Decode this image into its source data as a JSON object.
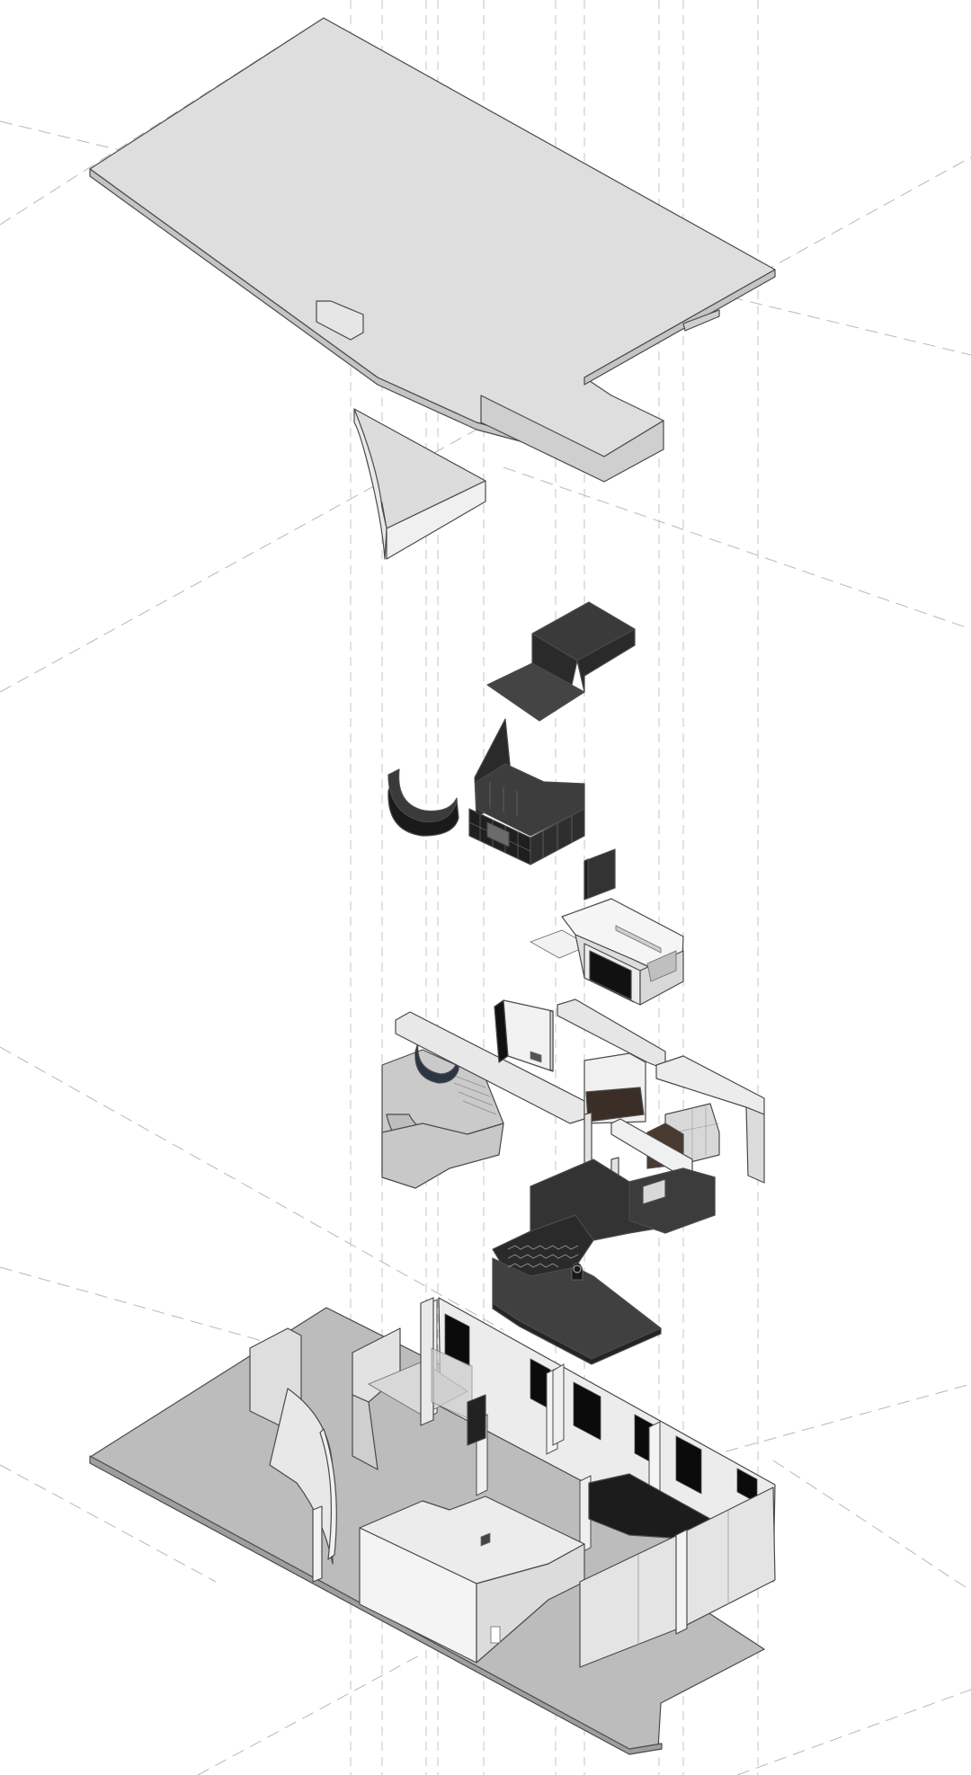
{
  "colors": {
    "background": "#ffffff",
    "guide_line": "#b8b8b8",
    "slab_top": "#dedede",
    "slab_side": "#c9c9c9",
    "wall_light": "#e6e6e6",
    "wall_mid": "#cfcfcf",
    "floor": "#bdbdbd",
    "dark_volume": "#3a3a3a",
    "dark_side": "#222222",
    "black": "#0d0d0d",
    "edge": "#4a4a4a"
  },
  "layers": [
    {
      "name": "roof-slab"
    },
    {
      "name": "curved-canopy"
    },
    {
      "name": "dark-loft-platform"
    },
    {
      "name": "dark-shelving-enclosure"
    },
    {
      "name": "small-dark-panel"
    },
    {
      "name": "light-room-box"
    },
    {
      "name": "interior-walls-and-stair"
    },
    {
      "name": "dark-floor-platform"
    },
    {
      "name": "ground-floor-shell"
    }
  ]
}
